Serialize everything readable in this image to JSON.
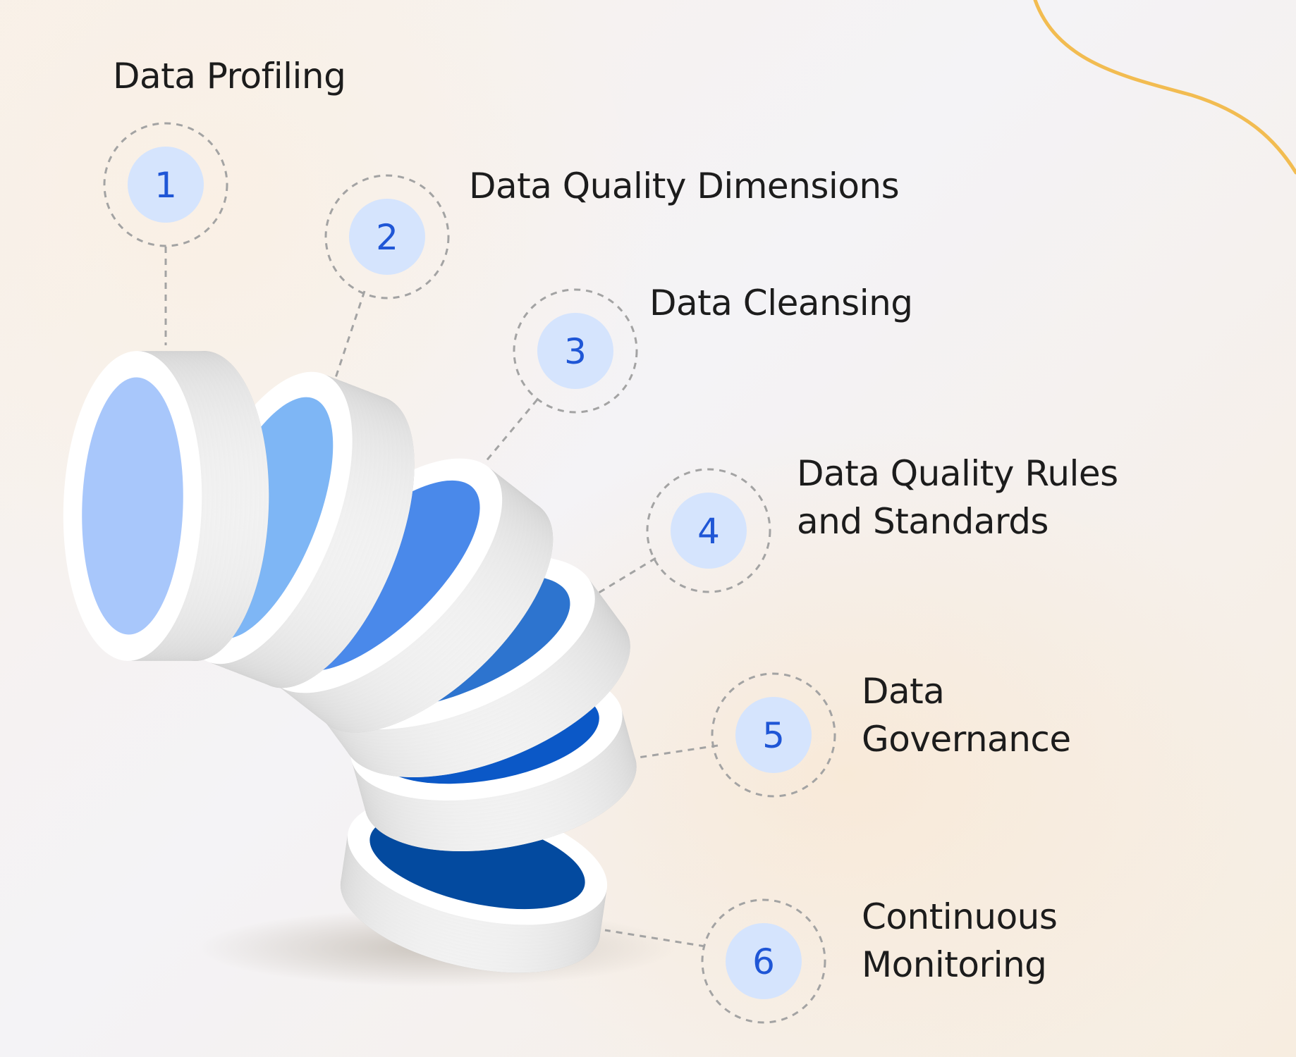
{
  "colors": {
    "number_text": "#1f56d6",
    "badge_fill": "#d5e4fd",
    "dashed_line": "#a3a3a3",
    "accent_curve": "#f2b63f",
    "label_text": "#1c1c1c"
  },
  "steps": [
    {
      "number": "1",
      "lines": [
        "Data Profiling"
      ],
      "disc_color": "#a8c7fb"
    },
    {
      "number": "2",
      "lines": [
        "Data Quality Dimensions"
      ],
      "disc_color": "#7eb6f5"
    },
    {
      "number": "3",
      "lines": [
        "Data Cleansing"
      ],
      "disc_color": "#4a89ea"
    },
    {
      "number": "4",
      "lines": [
        "Data Quality Rules",
        "and Standards"
      ],
      "disc_color": "#2d74cf"
    },
    {
      "number": "5",
      "lines": [
        "Data",
        "Governance"
      ],
      "disc_color": "#0b58c7"
    },
    {
      "number": "6",
      "lines": [
        "Continuous",
        "Monitoring"
      ],
      "disc_color": "#034a9f"
    }
  ]
}
